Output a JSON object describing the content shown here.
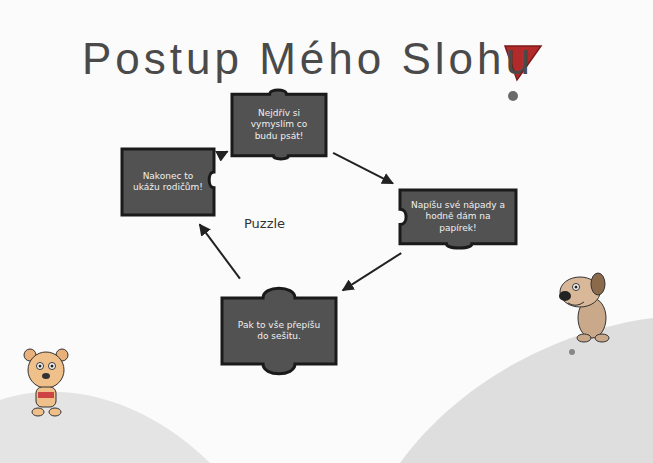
{
  "diagram": {
    "title": "Postup Mého Slohu",
    "nodes": [
      {
        "text": [
          "Nejdřív si vymyslím co budu psát!"
        ]
      },
      {
        "text": [
          "Napíšu své nápady a hodně dám na papírek!"
        ]
      },
      {
        "text": [
          "Pak to vše přepíšu do sešitu."
        ]
      },
      {
        "text": [
          "Nakonec to ukážu rodičům!"
        ]
      }
    ],
    "edges": [
      {
        "from": 0,
        "to": 1,
        "arrow": "to"
      },
      {
        "from": 1,
        "to": 2,
        "arrow": "to"
      },
      {
        "from": 2,
        "to": 3,
        "arrow": "to"
      },
      {
        "from": 3,
        "to": 0,
        "arrow": "to"
      }
    ],
    "labels": [
      "Puzzle"
    ]
  }
}
